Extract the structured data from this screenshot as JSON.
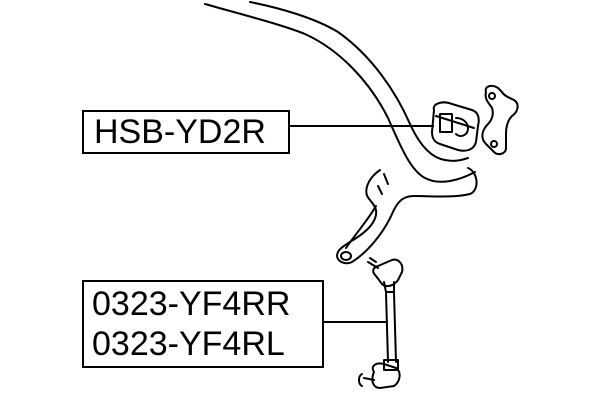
{
  "labels": {
    "top": "HSB-YD2R",
    "bottom_1": "0323-YF4RR",
    "bottom_2": "0323-YF4RL"
  }
}
